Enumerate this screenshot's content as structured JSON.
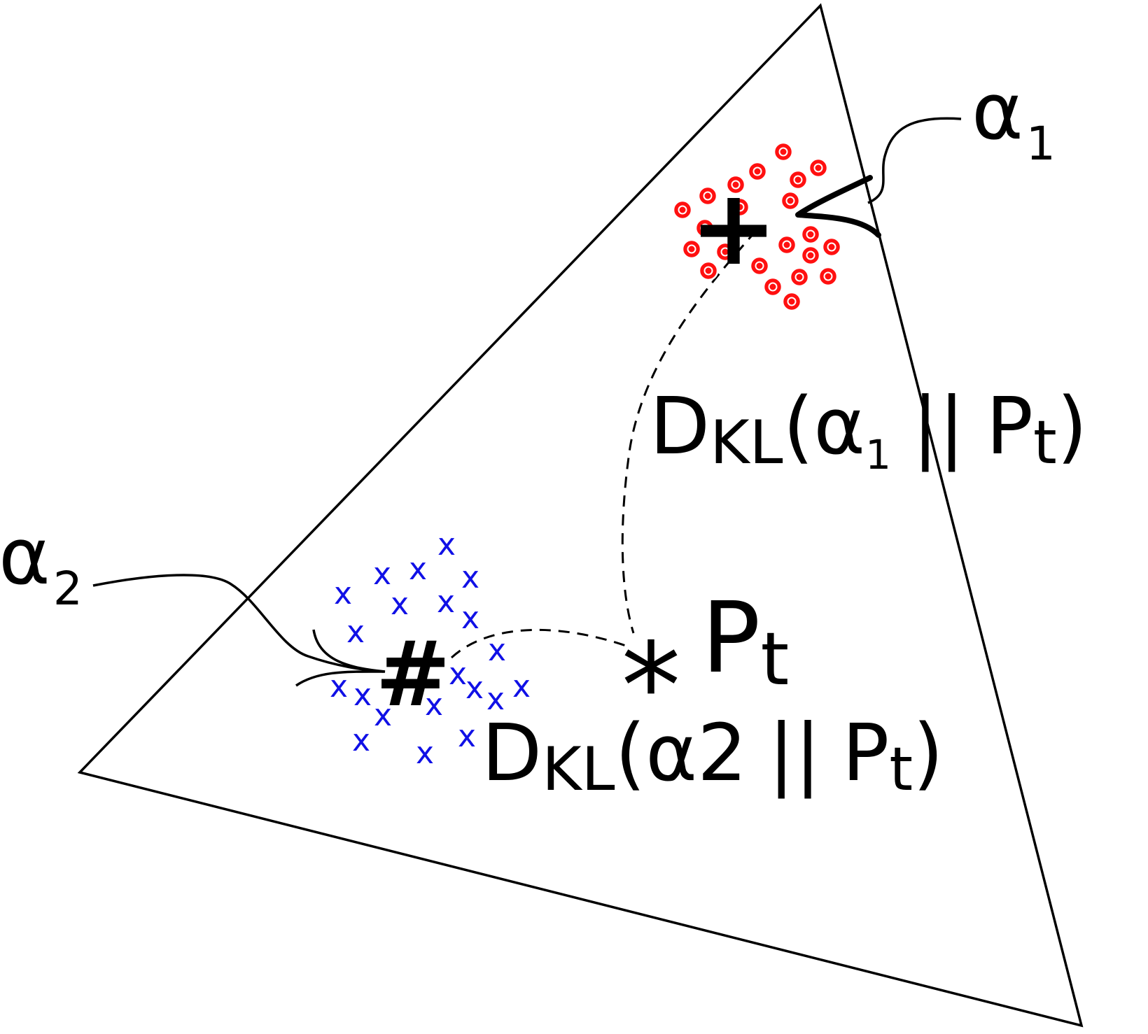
{
  "labels": {
    "alpha1": {
      "base": "α",
      "sub": "1"
    },
    "alpha2": {
      "base": "α",
      "sub": "2"
    },
    "p_t": {
      "base": "P",
      "sub": "t"
    },
    "dkl1": {
      "d": "D",
      "kl": "KL",
      "open": "(",
      "alpha": "α",
      "alpha_sub": "1",
      "sep": "||",
      "p": "P",
      "p_sub": "t",
      "close": ")"
    },
    "dkl2": {
      "d": "D",
      "kl": "KL",
      "open": "(",
      "alpha": "α",
      "alpha_sub": "2",
      "sep": "||",
      "p": "P",
      "p_sub": "t",
      "close": ")"
    }
  },
  "markers": {
    "centroid1": "+",
    "centroid2": "#",
    "target": "*",
    "cross": "x"
  },
  "colors": {
    "circles": "#ff1010",
    "crosses": "#1010e6",
    "lines": "#000000"
  }
}
